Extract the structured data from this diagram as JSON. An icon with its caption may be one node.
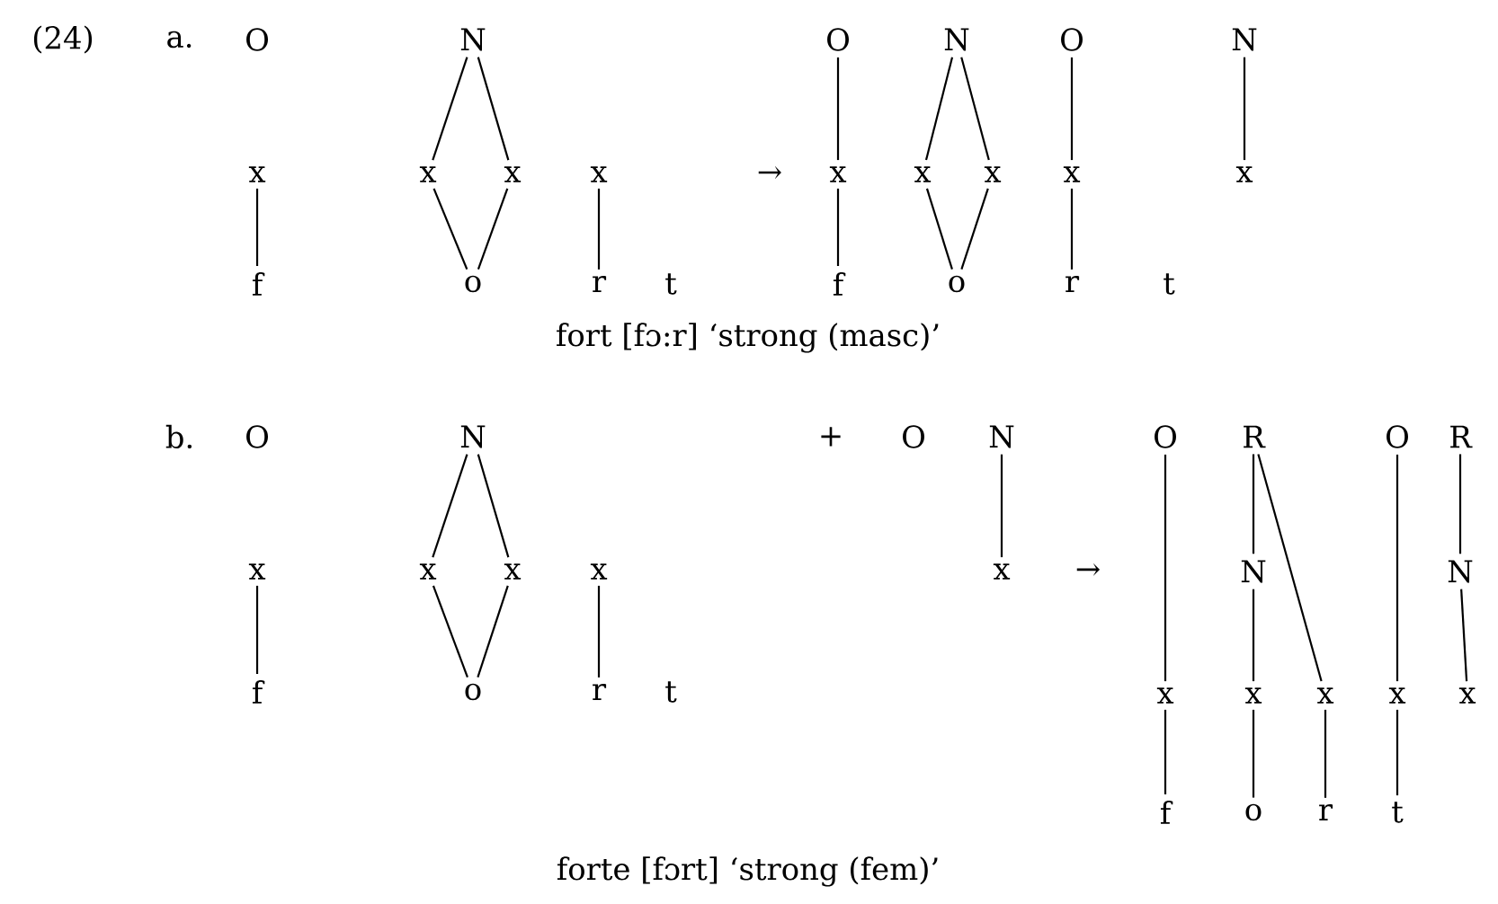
{
  "diagram": {
    "nodes": [
      {
        "text": [
          "O"
        ]
      },
      {
        "text": [
          "N"
        ]
      },
      {
        "text": [
          "x"
        ]
      },
      {
        "text": [
          "x"
        ]
      },
      {
        "text": [
          "x"
        ]
      },
      {
        "text": [
          "x"
        ]
      },
      {
        "text": [
          "f"
        ]
      },
      {
        "text": [
          "o"
        ]
      },
      {
        "text": [
          "r"
        ]
      },
      {
        "text": [
          "t"
        ]
      },
      {
        "text": [
          "O"
        ]
      },
      {
        "text": [
          "N"
        ]
      },
      {
        "text": [
          "O"
        ]
      },
      {
        "text": [
          "N"
        ]
      },
      {
        "text": [
          "x"
        ]
      },
      {
        "text": [
          "x"
        ]
      },
      {
        "text": [
          "x"
        ]
      },
      {
        "text": [
          "x"
        ]
      },
      {
        "text": [
          "x"
        ]
      },
      {
        "text": [
          "f"
        ]
      },
      {
        "text": [
          "o"
        ]
      },
      {
        "text": [
          "r"
        ]
      },
      {
        "text": [
          "t"
        ]
      },
      {
        "text": [
          "O"
        ]
      },
      {
        "text": [
          "N"
        ]
      },
      {
        "text": [
          "x"
        ]
      },
      {
        "text": [
          "x"
        ]
      },
      {
        "text": [
          "x"
        ]
      },
      {
        "text": [
          "x"
        ]
      },
      {
        "text": [
          "f"
        ]
      },
      {
        "text": [
          "o"
        ]
      },
      {
        "text": [
          "r"
        ]
      },
      {
        "text": [
          "t"
        ]
      },
      {
        "text": [
          "O"
        ]
      },
      {
        "text": [
          "N"
        ]
      },
      {
        "text": [
          "x"
        ]
      },
      {
        "text": [
          "O"
        ]
      },
      {
        "text": [
          "R"
        ]
      },
      {
        "text": [
          "O"
        ]
      },
      {
        "text": [
          "R"
        ]
      },
      {
        "text": [
          "N"
        ]
      },
      {
        "text": [
          "N"
        ]
      },
      {
        "text": [
          "x"
        ]
      },
      {
        "text": [
          "x"
        ]
      },
      {
        "text": [
          "x"
        ]
      },
      {
        "text": [
          "x"
        ]
      },
      {
        "text": [
          "x"
        ]
      },
      {
        "text": [
          "f"
        ]
      },
      {
        "text": [
          "o"
        ]
      },
      {
        "text": [
          "r"
        ]
      },
      {
        "text": [
          "t"
        ]
      }
    ],
    "edges": [
      {
        "from": 1,
        "to": 3,
        "arrow": "none"
      },
      {
        "from": 1,
        "to": 4,
        "arrow": "none"
      },
      {
        "from": 3,
        "to": 7,
        "arrow": "none"
      },
      {
        "from": 4,
        "to": 7,
        "arrow": "none"
      },
      {
        "from": 2,
        "to": 6,
        "arrow": "none"
      },
      {
        "from": 5,
        "to": 8,
        "arrow": "none"
      },
      {
        "from": 10,
        "to": 14,
        "arrow": "none"
      },
      {
        "from": 11,
        "to": 15,
        "arrow": "none"
      },
      {
        "from": 11,
        "to": 16,
        "arrow": "none"
      },
      {
        "from": 12,
        "to": 17,
        "arrow": "none"
      },
      {
        "from": 13,
        "to": 18,
        "arrow": "none"
      },
      {
        "from": 14,
        "to": 19,
        "arrow": "none"
      },
      {
        "from": 15,
        "to": 20,
        "arrow": "none"
      },
      {
        "from": 16,
        "to": 20,
        "arrow": "none"
      },
      {
        "from": 17,
        "to": 21,
        "arrow": "none"
      },
      {
        "from": 24,
        "to": 26,
        "arrow": "none"
      },
      {
        "from": 24,
        "to": 27,
        "arrow": "none"
      },
      {
        "from": 26,
        "to": 30,
        "arrow": "none"
      },
      {
        "from": 27,
        "to": 30,
        "arrow": "none"
      },
      {
        "from": 25,
        "to": 29,
        "arrow": "none"
      },
      {
        "from": 28,
        "to": 31,
        "arrow": "none"
      },
      {
        "from": 34,
        "to": 35,
        "arrow": "none"
      },
      {
        "from": 36,
        "to": 42,
        "arrow": "none"
      },
      {
        "from": 37,
        "to": 40,
        "arrow": "none"
      },
      {
        "from": 37,
        "to": 44,
        "arrow": "none"
      },
      {
        "from": 40,
        "to": 43,
        "arrow": "none"
      },
      {
        "from": 38,
        "to": 45,
        "arrow": "none"
      },
      {
        "from": 39,
        "to": 41,
        "arrow": "none"
      },
      {
        "from": 41,
        "to": 46,
        "arrow": "none"
      },
      {
        "from": 42,
        "to": 47,
        "arrow": "none"
      },
      {
        "from": 43,
        "to": 48,
        "arrow": "none"
      },
      {
        "from": 44,
        "to": 49,
        "arrow": "none"
      },
      {
        "from": 45,
        "to": 50,
        "arrow": "none"
      }
    ],
    "labels": [
      "(24)",
      "a.",
      "→",
      "fort [fɔ:r] ‘strong (masc)’",
      "b.",
      "+",
      "→",
      "forte [fɔrt] ‘strong (fem)’"
    ]
  }
}
